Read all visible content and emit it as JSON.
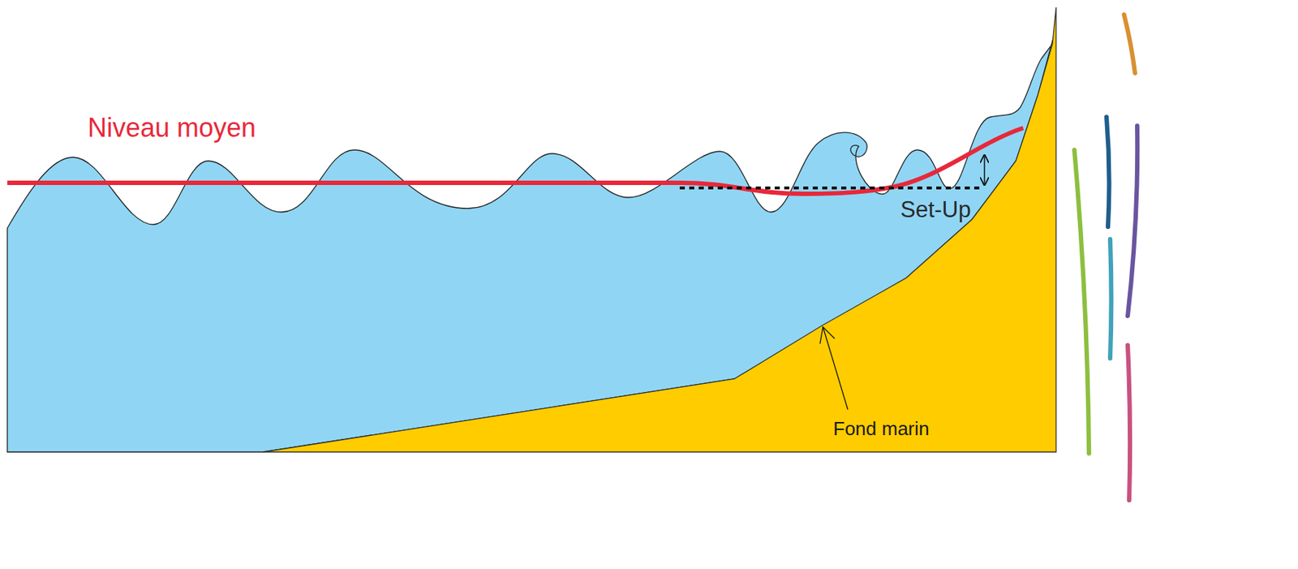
{
  "diagram": {
    "labels": [
      "Niveau moyen",
      "Set-Up",
      "Fond marin"
    ]
  }
}
